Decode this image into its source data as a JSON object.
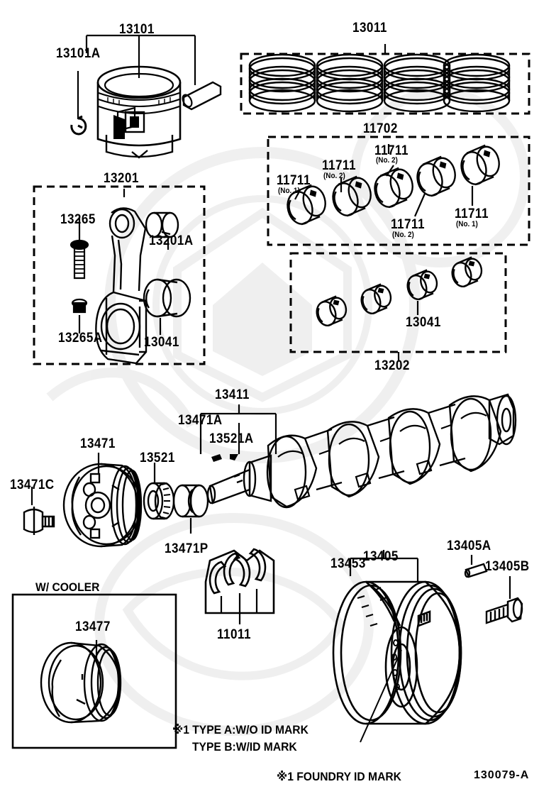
{
  "diagram": {
    "id_code": "130079-A",
    "sections": {
      "piston": {
        "piston_label": "13101",
        "snap_ring_label": "13101A"
      },
      "piston_ring_set": {
        "label": "13011"
      },
      "connecting_rod": {
        "label": "13201",
        "bolt_label": "13265",
        "nut_label": "13265A",
        "bushing_label": "13201A",
        "bearing_label": "13041"
      },
      "main_bearing_set": {
        "label": "11702",
        "bearings": [
          {
            "label": "11711",
            "sub": "(No. 1)"
          },
          {
            "label": "11711",
            "sub": "(No. 2)"
          },
          {
            "label": "11711",
            "sub": "(No. 2)"
          },
          {
            "label": "11711",
            "sub": "(No. 2)"
          },
          {
            "label": "11711",
            "sub": "(No. 1)"
          }
        ]
      },
      "rod_bearing_set": {
        "label": "13202",
        "bearing_label": "13041"
      },
      "crankshaft": {
        "label": "13411",
        "key_a_label": "13471A",
        "key_b_label": "13521A"
      },
      "pulley": {
        "label": "13471",
        "bolt_label": "13471C",
        "timing_gear_label": "13521",
        "spacer_label": "13471P"
      },
      "thrust_washer": {
        "label": "11011"
      },
      "flywheel": {
        "label": "13405",
        "ring_gear_label": "13453",
        "pin_label": "13405A",
        "bolt_label": "13405B"
      },
      "cooler_box": {
        "title": "W/ COOLER",
        "pulley_label": "13477"
      }
    },
    "notes": [
      "※1 TYPE A:W/O ID MARK",
      "TYPE B:W/ID MARK",
      "※1 FOUNDRY ID MARK"
    ]
  }
}
